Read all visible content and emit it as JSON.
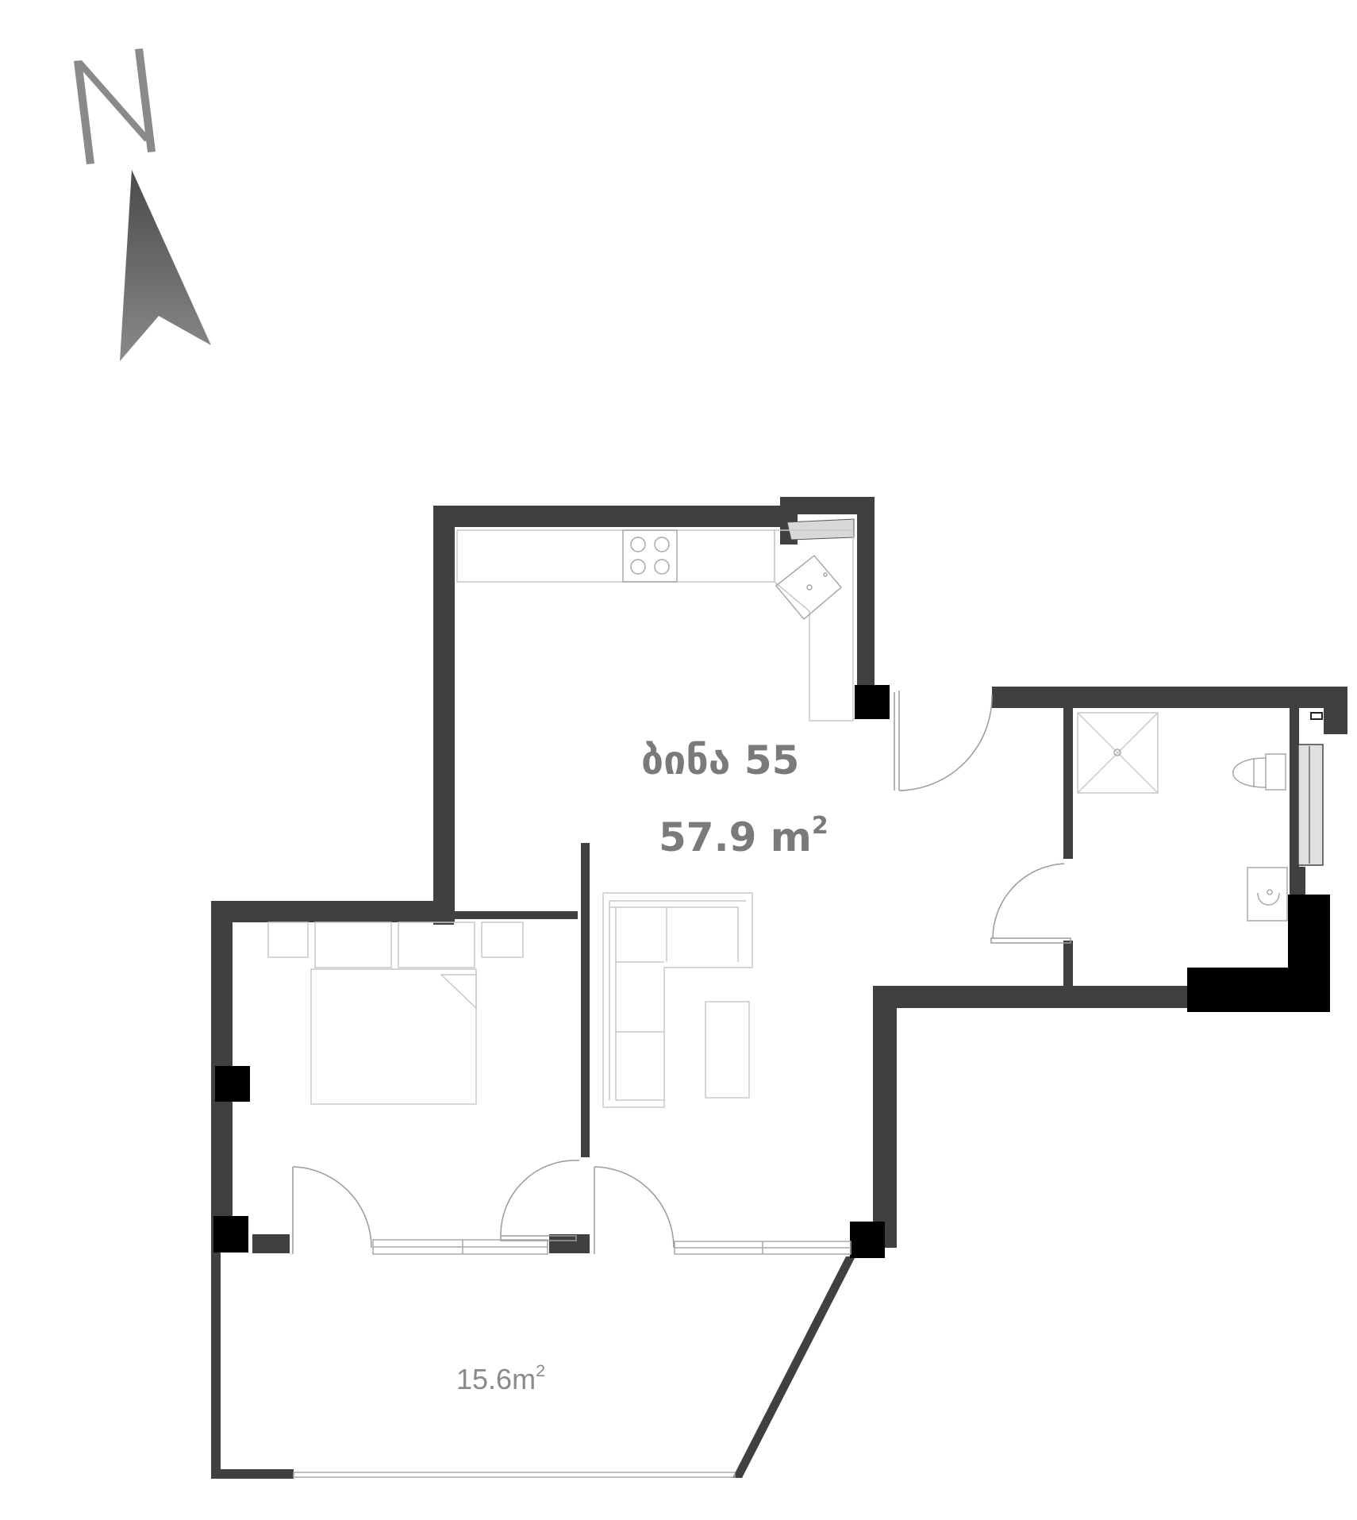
{
  "apartment": {
    "name": "ბინა 55",
    "area_value": "57.9 m",
    "area_unit_sup": "2"
  },
  "balcony": {
    "area_value": "15.6m",
    "area_unit_sup": "2"
  },
  "compass": {
    "letter": "N",
    "icon": "north-arrow-icon"
  },
  "colors": {
    "wall": "#404040",
    "column": "#000000",
    "label": "#7a7a7a",
    "compass": "#6f6f6f"
  }
}
